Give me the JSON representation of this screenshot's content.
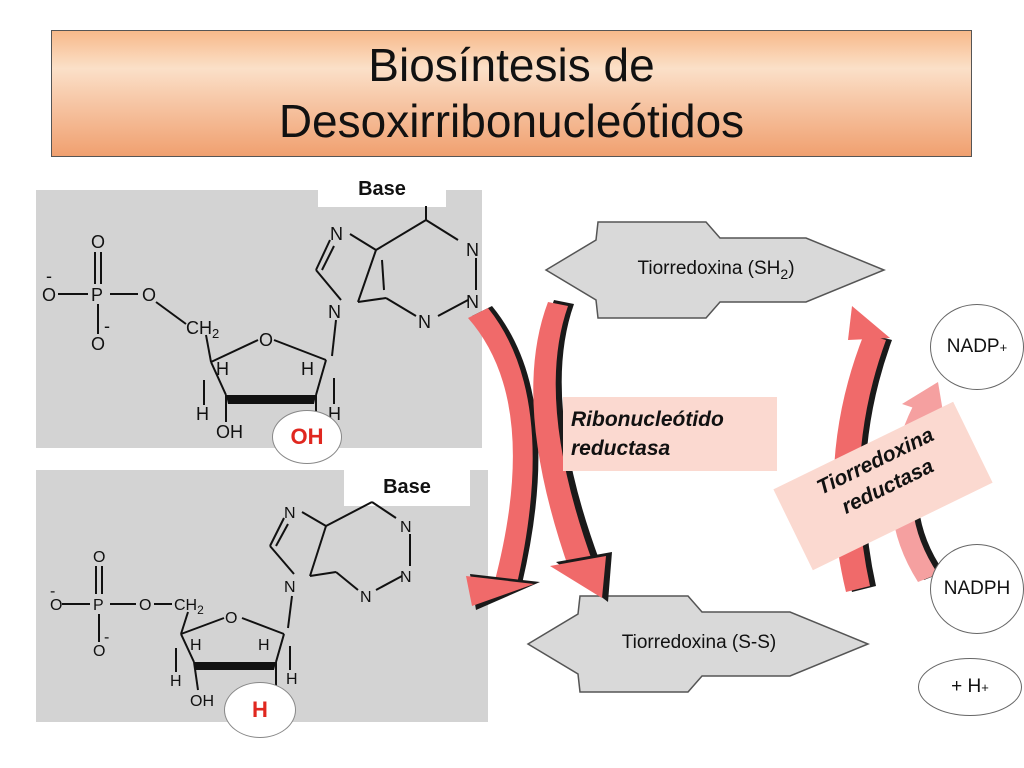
{
  "title": {
    "line1": "Biosíntesis de",
    "line2": "Desoxirribonucleótidos"
  },
  "top_molecule": {
    "base_label": "Base",
    "atoms": {
      "o1": "O",
      "p": "P",
      "o2": "O",
      "o3": "O",
      "o4": "O",
      "minus1": "-",
      "minus2": "-",
      "ch2": "CH",
      "ch2_sub": "2",
      "ring_o": "O",
      "h1": "H",
      "h2": "H",
      "h3": "H",
      "h4": "H",
      "oh": "OH",
      "n1": "N",
      "n2": "N",
      "n3": "N",
      "n4": "N",
      "n9": "N"
    },
    "highlight": "OH"
  },
  "bottom_molecule": {
    "base_label": "Base",
    "atoms": {
      "o1": "O",
      "p": "P",
      "o2": "O",
      "o3": "O",
      "o4": "O",
      "minus1": "-",
      "minus2": "-",
      "ch2": "CH",
      "ch2_sub": "2",
      "ring_o": "O",
      "h1": "H",
      "h2": "H",
      "h3": "H",
      "h4": "H",
      "oh": "OH",
      "n1": "N",
      "n2": "N",
      "n3": "N",
      "n4": "N",
      "n9": "N"
    },
    "highlight": "H"
  },
  "tio_top": {
    "text": "Tiorredoxina (SH",
    "sub": "2",
    "close": ")"
  },
  "tio_bottom": "Tiorredoxina (S-S)",
  "ribonucleotide_reductase": {
    "line1": "Ribonucleótido",
    "line2": "reductasa"
  },
  "thioredoxin_reductase": {
    "line1": "Tiorredoxina",
    "line2": "reductasa"
  },
  "nadp": {
    "text": "NADP",
    "sup": "+"
  },
  "nadph": "NADPH",
  "h_plus": {
    "text": "+ H",
    "sup": "+"
  },
  "colors": {
    "arrow_red": "#f06a6a",
    "arrow_dark": "#1a1a1a",
    "hex_fill": "#d9d9d9",
    "highlight_red": "#e0271f",
    "label_pink": "#fbd9d0"
  }
}
